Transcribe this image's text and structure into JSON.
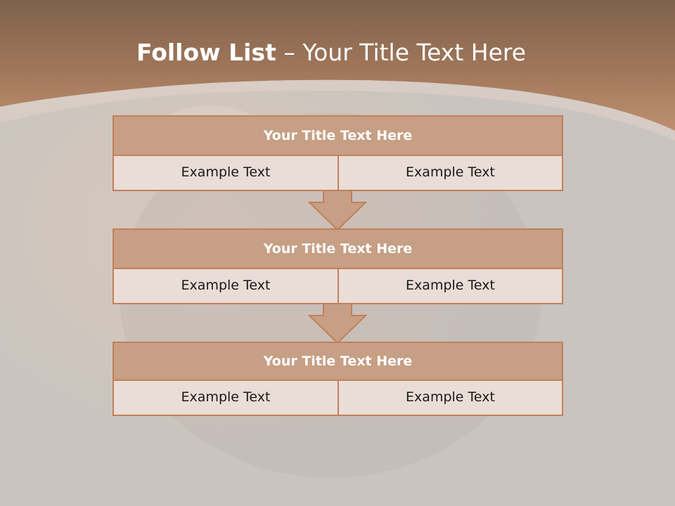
{
  "slide": {
    "title_bold": "Follow List",
    "title_rest": " – Your Title Text Here"
  },
  "blocks": [
    {
      "title": "Your Title Text Here",
      "left_text": "Example Text",
      "right_text": "Example Text"
    },
    {
      "title": "Your Title Text Here",
      "left_text": "Example Text",
      "right_text": "Example Text"
    },
    {
      "title": "Your Title Text Here",
      "left_text": "Example Text",
      "right_text": "Example Text"
    }
  ],
  "colors": {
    "header_band": "#a5765b",
    "block_header_fill": "#c69f85",
    "block_cell_fill": "#eaddd7",
    "border": "#c1805b",
    "background": "#c9c4bf"
  }
}
